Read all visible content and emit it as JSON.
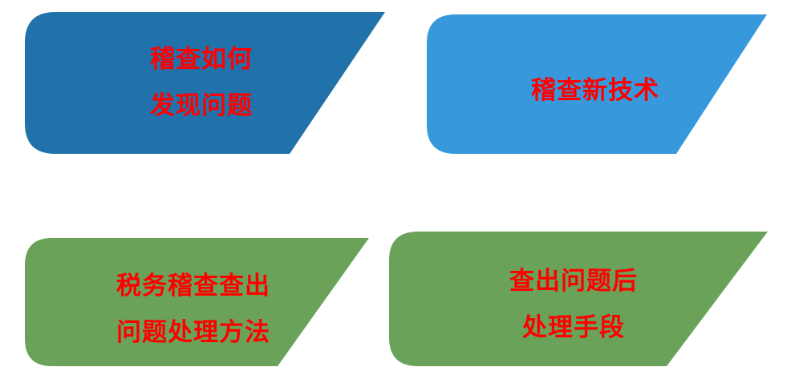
{
  "colors": {
    "dark_blue": "#2172ab",
    "light_blue": "#3799dc",
    "green": "#6aa25a",
    "text": "#ff0000"
  },
  "panels": [
    {
      "lines": [
        "稽查如何",
        "发现问题"
      ]
    },
    {
      "lines": [
        "稽查新技术"
      ]
    },
    {
      "lines": [
        "税务稽查查出",
        "问题处理方法"
      ]
    },
    {
      "lines": [
        "查出问题后",
        "处理手段"
      ]
    }
  ]
}
